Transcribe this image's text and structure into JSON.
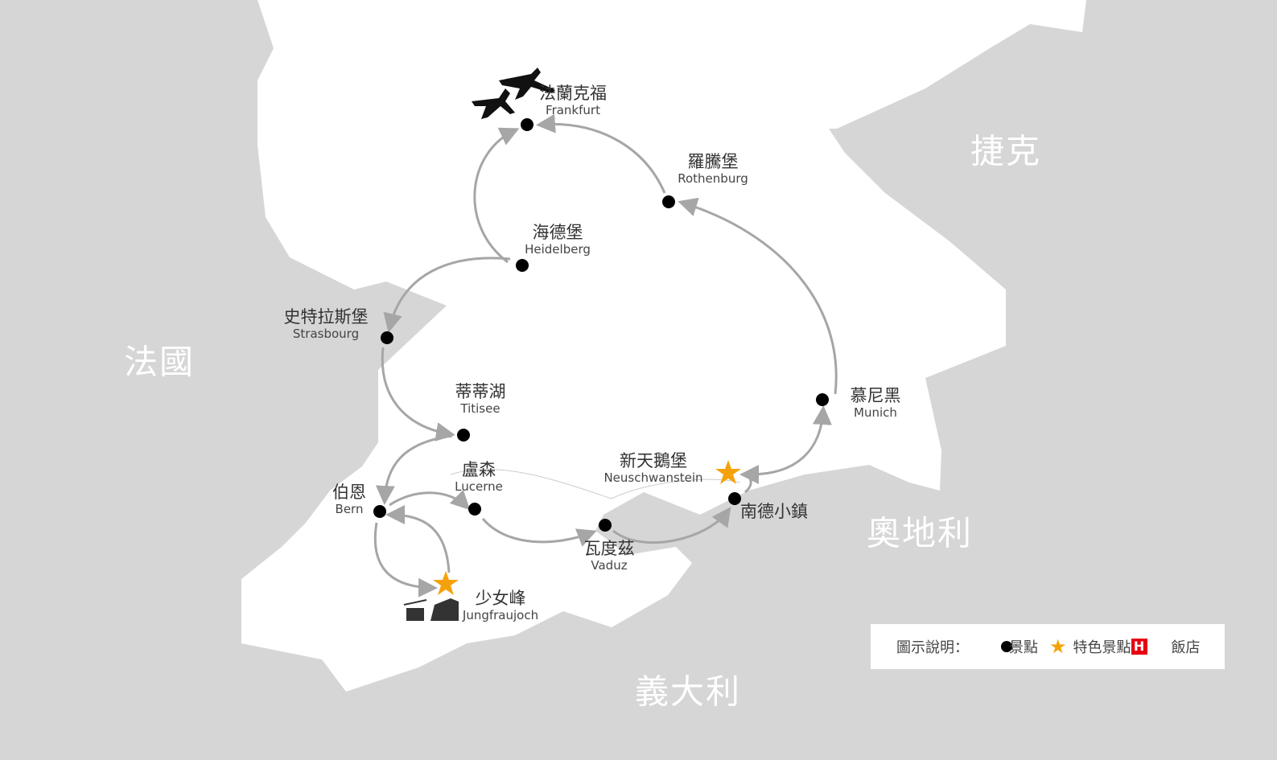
{
  "colors": {
    "land_route": "#ffffff",
    "background": "#d6d6d6",
    "route": "#a6a6a6",
    "star": "#f5a20a",
    "hotel": "#e60012"
  },
  "countries": [
    {
      "id": "czech",
      "name": "捷克"
    },
    {
      "id": "france",
      "name": "法國"
    },
    {
      "id": "austria",
      "name": "奧地利"
    },
    {
      "id": "italy",
      "name": "義大利"
    }
  ],
  "places": [
    {
      "id": "frankfurt",
      "zh": "法蘭克福",
      "en": "Frankfurt",
      "type": "attraction"
    },
    {
      "id": "rothenburg",
      "zh": "羅騰堡",
      "en": "Rothenburg",
      "type": "attraction"
    },
    {
      "id": "heidelberg",
      "zh": "海德堡",
      "en": "Heidelberg",
      "type": "attraction"
    },
    {
      "id": "strasbourg",
      "zh": "史特拉斯堡",
      "en": "Strasbourg",
      "type": "attraction"
    },
    {
      "id": "titisee",
      "zh": "蒂蒂湖",
      "en": "Titisee",
      "type": "attraction"
    },
    {
      "id": "bern",
      "zh": "伯恩",
      "en": "Bern",
      "type": "attraction"
    },
    {
      "id": "lucerne",
      "zh": "盧森",
      "en": "Lucerne",
      "type": "attraction"
    },
    {
      "id": "jungfraujoch",
      "zh": "少女峰",
      "en": "Jungfraujoch",
      "type": "featured"
    },
    {
      "id": "vaduz",
      "zh": "瓦度茲",
      "en": "Vaduz",
      "type": "attraction"
    },
    {
      "id": "neuschwanstein",
      "zh": "新天鵝堡",
      "en": "Neuschwanstein",
      "type": "featured"
    },
    {
      "id": "south_german_town",
      "zh": "南德小鎮",
      "en": "",
      "type": "attraction"
    },
    {
      "id": "munich",
      "zh": "慕尼黑",
      "en": "Munich",
      "type": "attraction"
    }
  ],
  "legend": {
    "title": "圖示說明：",
    "attraction": "景點",
    "featured": "特色景點",
    "hotel_badge": "H",
    "hotel": "飯店"
  }
}
